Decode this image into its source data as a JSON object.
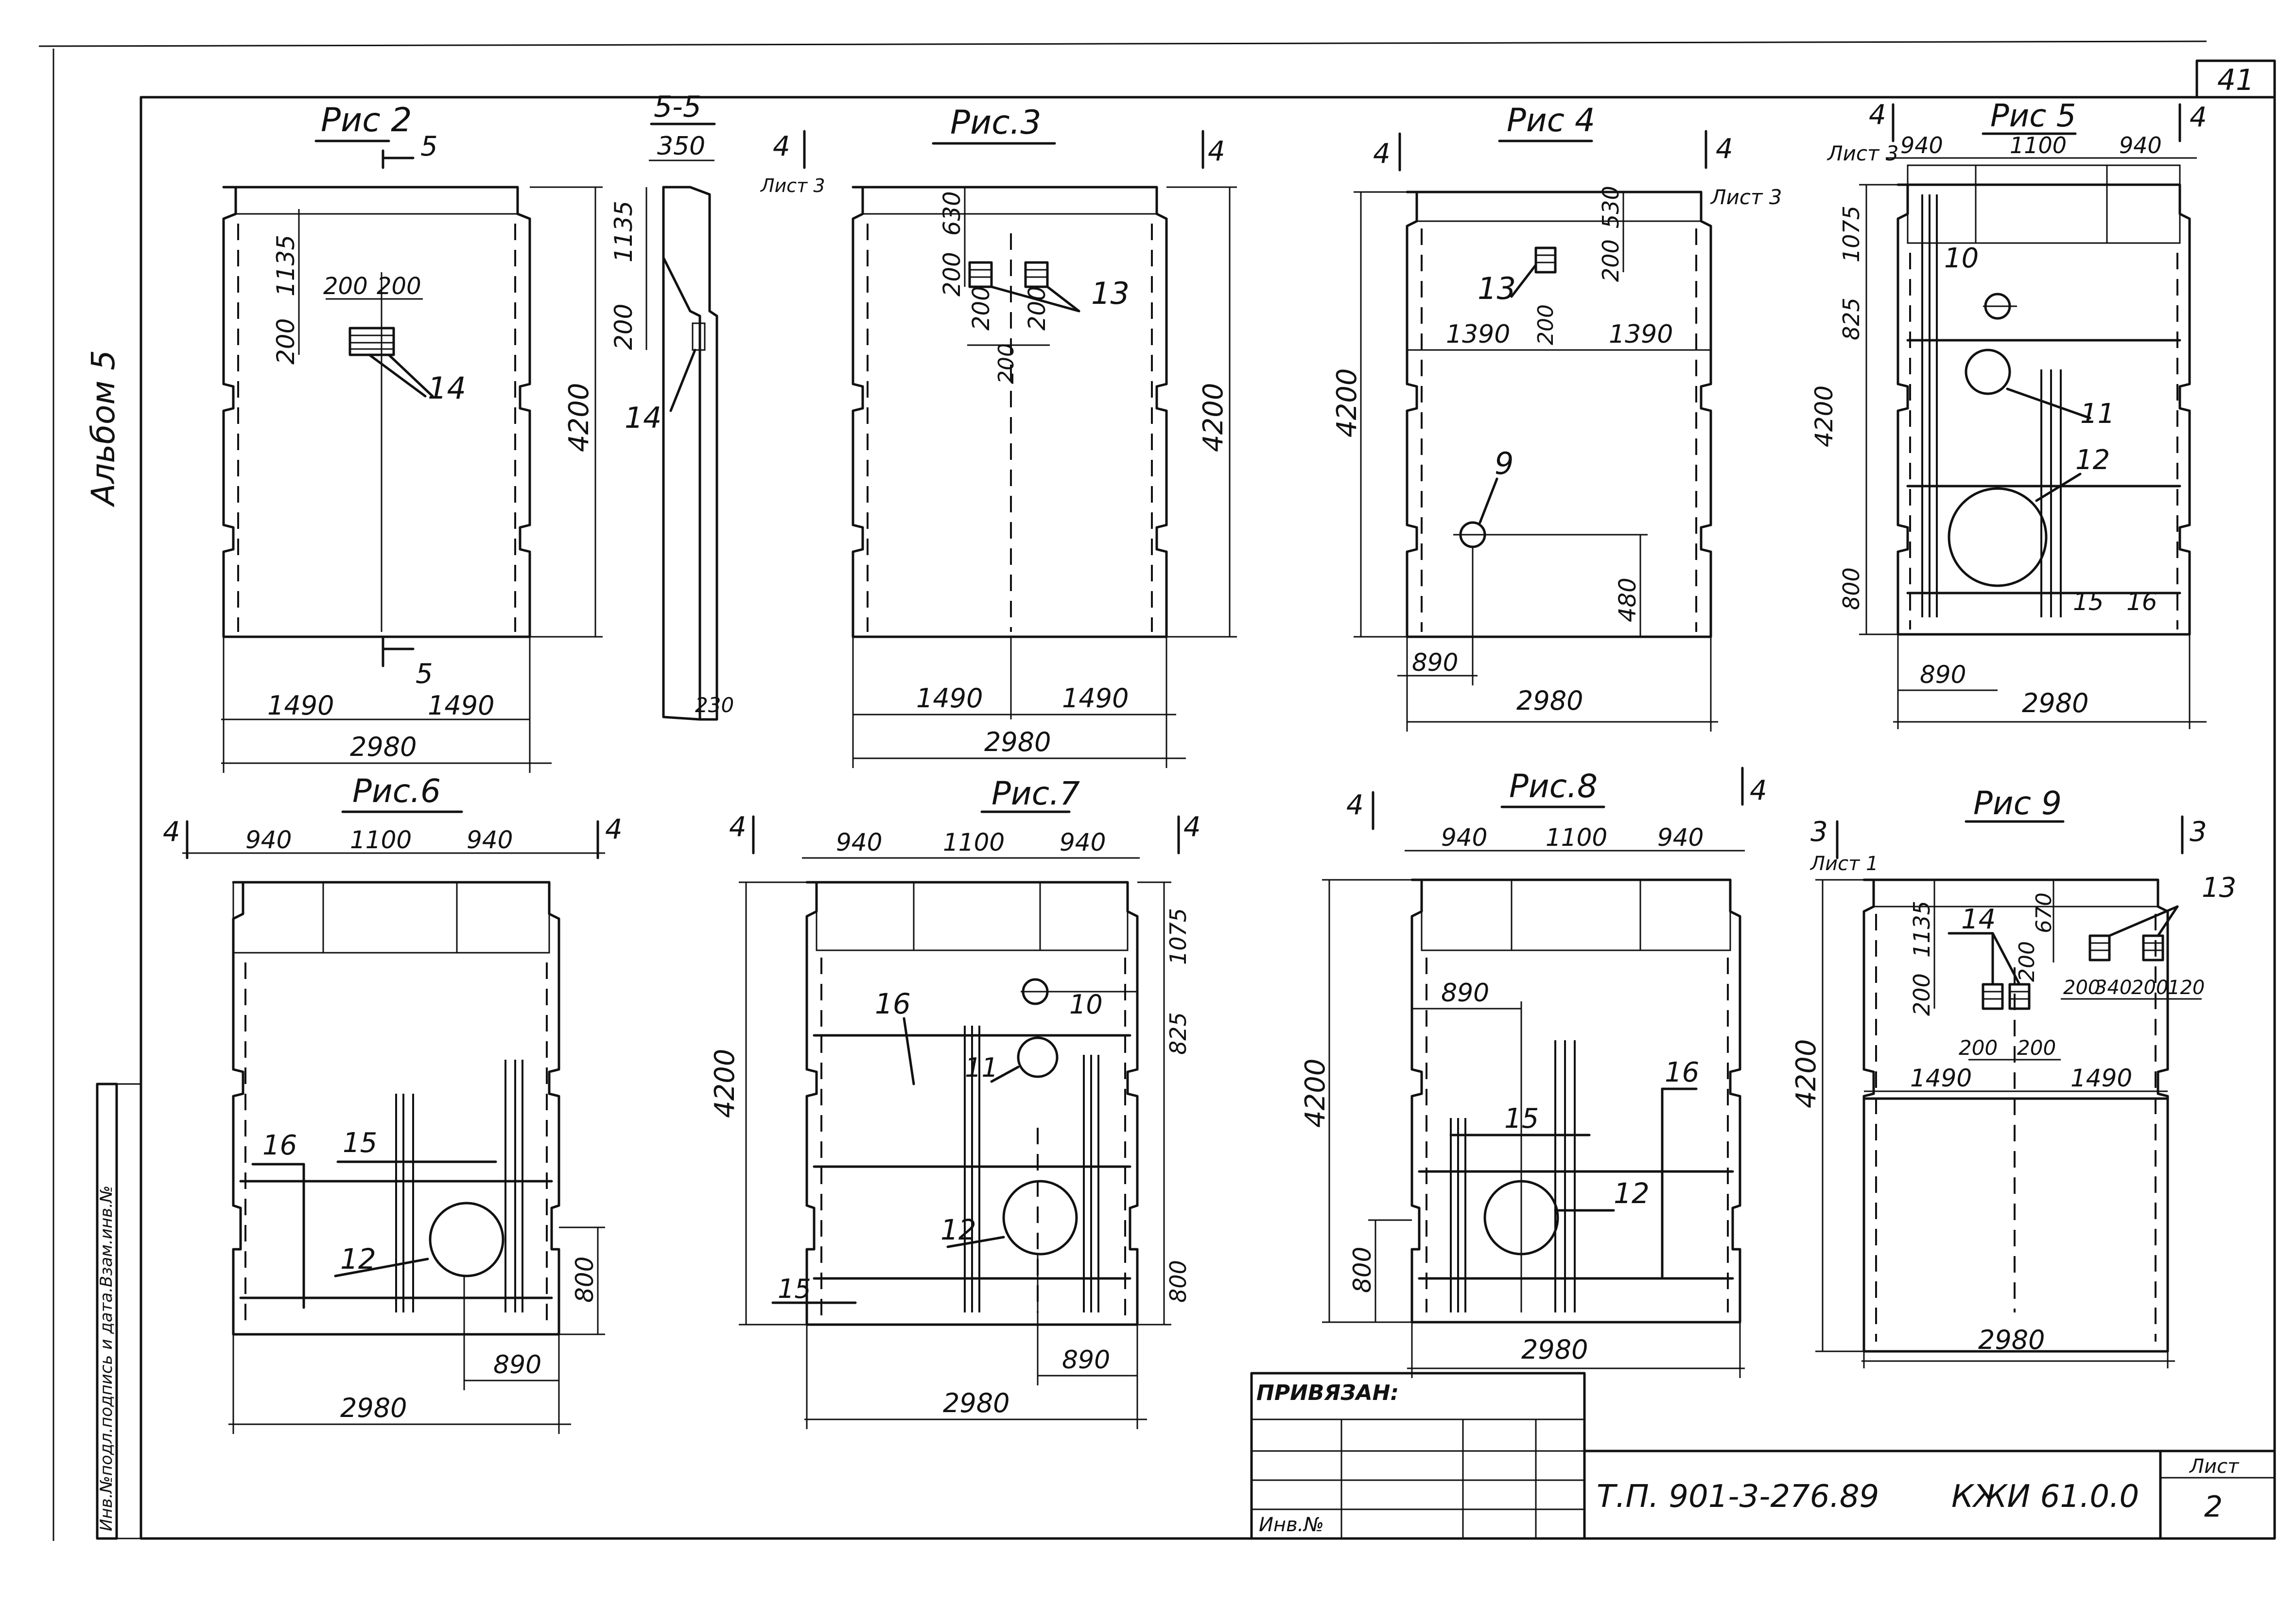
{
  "sheet": {
    "sheet_number": "41",
    "album_label": "Альбом 5",
    "side_stamp": "Инв.№подл.подпись и дата.Взам.инв.№"
  },
  "figures": {
    "fig2": {
      "title": "Рис 2",
      "section_mark": "5",
      "dims": {
        "d1135": "1135",
        "d200a": "200",
        "d200b": "200",
        "d200c": "200",
        "h4200": "4200",
        "w1490a": "1490",
        "w1490b": "1490",
        "w2980": "2980"
      },
      "callouts": {
        "c14": "14"
      }
    },
    "sec55": {
      "title": "5-5",
      "dims": {
        "t350": "350",
        "d1135": "1135",
        "d200": "200",
        "b230": "230"
      },
      "callouts": {
        "c14": "14"
      }
    },
    "fig3": {
      "title": "Рис.3",
      "section_mark": "4",
      "sheet_ref": "Лист 3",
      "dims": {
        "d630": "630",
        "d200a": "200",
        "d200b": "200",
        "d200c": "200",
        "d200d": "200",
        "h4200": "4200",
        "w1490a": "1490",
        "w1490b": "1490",
        "w2980": "2980"
      },
      "callouts": {
        "c13": "13"
      }
    },
    "fig4": {
      "title": "Рис 4",
      "section_mark": "4",
      "sheet_ref": "Лист 3",
      "dims": {
        "d530": "530",
        "d200a": "200",
        "d200b": "200",
        "w1390a": "1390",
        "w1390b": "1390",
        "h4200": "4200",
        "d480": "480",
        "d890": "890",
        "w2980": "2980"
      },
      "callouts": {
        "c13": "13",
        "c9": "9"
      }
    },
    "fig5": {
      "title": "Рис 5",
      "section_mark": "4",
      "sheet_ref": "Лист 3",
      "dims": {
        "w940a": "940",
        "w1100": "1100",
        "w940b": "940",
        "d1075": "1075",
        "d825": "825",
        "h4200": "4200",
        "d800": "800",
        "d890": "890",
        "w2980": "2980"
      },
      "callouts": {
        "c10": "10",
        "c11": "11",
        "c12": "12",
        "c15": "15",
        "c16": "16"
      }
    },
    "fig6": {
      "title": "Рис.6",
      "section_mark": "4",
      "dims": {
        "w940a": "940",
        "w1100": "1100",
        "w940b": "940",
        "d800": "800",
        "d890": "890",
        "w2980": "2980"
      },
      "callouts": {
        "c16": "16",
        "c15": "15",
        "c12": "12"
      }
    },
    "fig7": {
      "title": "Рис.7",
      "section_mark": "4",
      "dims": {
        "w940a": "940",
        "w1100": "1100",
        "w940b": "940",
        "d1075": "1075",
        "d825": "825",
        "h4200": "4200",
        "d800": "800",
        "d890": "890",
        "w2980": "2980"
      },
      "callouts": {
        "c16": "16",
        "c10": "10",
        "c11": "11",
        "c12": "12",
        "c15": "15"
      }
    },
    "fig8": {
      "title": "Рис.8",
      "section_mark": "4",
      "dims": {
        "w940a": "940",
        "w1100": "1100",
        "w940b": "940",
        "d890": "890",
        "h4200": "4200",
        "d800": "800",
        "w2980": "2980"
      },
      "callouts": {
        "c15": "15",
        "c16": "16",
        "c12": "12"
      }
    },
    "fig9": {
      "title": "Рис 9",
      "section_mark": "3",
      "sheet_ref": "Лист 1",
      "dims": {
        "d670": "670",
        "d1135": "1135",
        "d200a": "200",
        "d200b": "200",
        "d200c": "200",
        "d200d": "200",
        "d200e": "200",
        "d340": "340",
        "d200f": "200",
        "d120": "120",
        "w1490a": "1490",
        "w1490b": "1490",
        "h4200": "4200",
        "w2980": "2980"
      },
      "callouts": {
        "c14": "14",
        "c13": "13"
      }
    }
  },
  "title_block": {
    "bound_label": "ПРИВЯЗАН:",
    "inv_label": "Инв.№",
    "project_code": "Т.П. 901-3-276.89",
    "doc_code": "КЖИ 61.0.0",
    "sheet_label": "Лист",
    "sheet_value": "2"
  }
}
